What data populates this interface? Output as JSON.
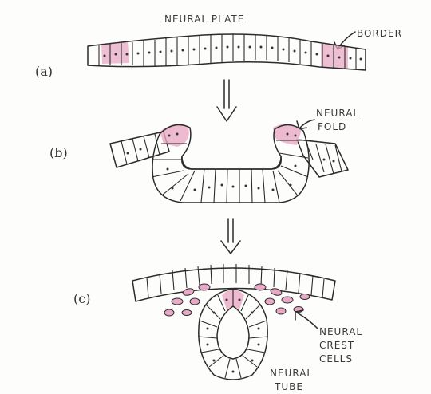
{
  "labels": {
    "neural_plate": "NEURAL PLATE",
    "border": "BORDER",
    "neural_fold_line1": "NEURAL",
    "neural_fold_line2": "FOLD",
    "crest_line1": "NEURAL",
    "crest_line2": "CREST",
    "crest_line3": "CELLS",
    "tube_line1": "NEURAL",
    "tube_line2": "TUBE"
  },
  "panels": {
    "a": "(a)",
    "b": "(b)",
    "c": "(c)"
  },
  "colors": {
    "ink": "#2b2b2b",
    "pink": "#e8a9c6",
    "paper": "#fdfdfb"
  }
}
